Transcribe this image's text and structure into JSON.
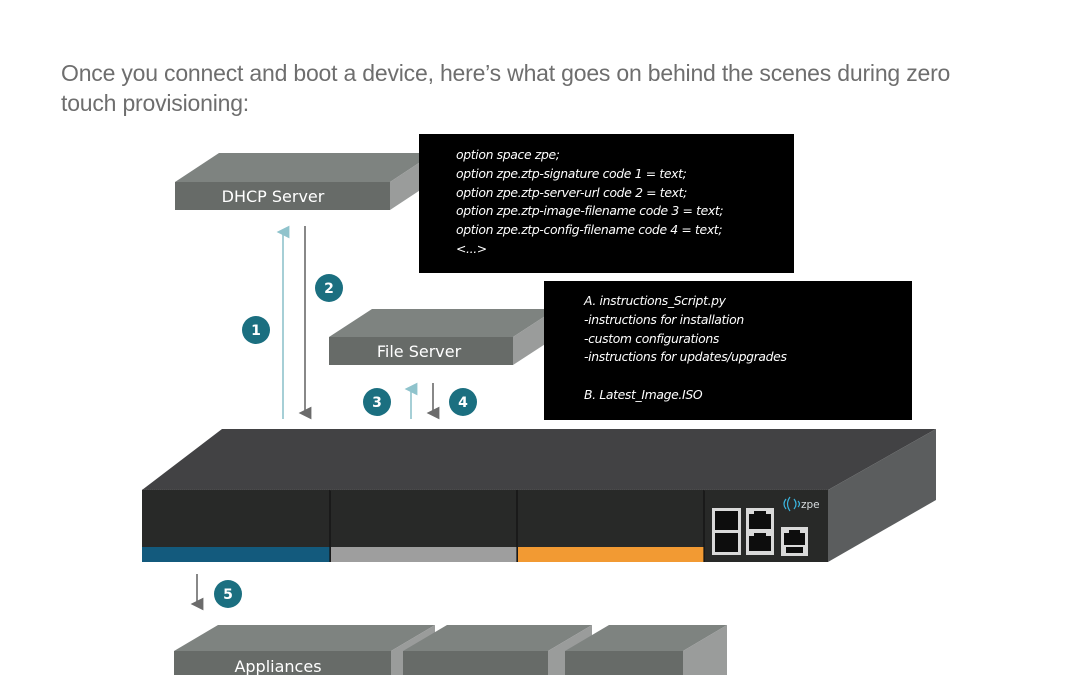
{
  "intro_text": "Once you connect and boot a device, here’s what goes on behind the scenes during zero touch provisioning:",
  "colors": {
    "box_front": "#676b68",
    "box_top": "#7e8380",
    "box_side": "#9a9c9b",
    "step_badge": "#1b6f80",
    "arrow_up": "#8fc3cc",
    "arrow_down": "#6b6b6b",
    "device_top": "#424244",
    "device_front": "#282928",
    "device_side": "#5b5d5e",
    "slot_blue": "#135a7d",
    "slot_gray": "#9e9e9e",
    "slot_orange": "#f29a33",
    "code_bg": "#000000"
  },
  "nodes": {
    "dhcp_server": {
      "label": "DHCP Server"
    },
    "file_server": {
      "label": "File Server"
    },
    "device": {
      "brand": "zpe",
      "ports_icon": "network-ports-icon"
    },
    "appliances": {
      "label": "Appliances"
    }
  },
  "dhcp_config": {
    "lines": [
      "option space zpe;",
      "option zpe.ztp-signature code 1 = text;",
      "option zpe.ztp-server-url code 2 = text;",
      "option zpe.ztp-image-filename code 3 = text;",
      "option zpe.ztp-config-filename code 4 = text;",
      "<...>"
    ]
  },
  "file_server_contents": {
    "lines": [
      "A. instructions_Script.py",
      "-instructions for installation",
      "-custom configurations",
      "-instructions for updates/upgrades",
      "",
      "B. Latest_Image.ISO"
    ]
  },
  "steps": [
    {
      "number": "1",
      "direction": "up",
      "from": "device",
      "to": "DHCP Server"
    },
    {
      "number": "2",
      "direction": "down",
      "from": "DHCP Server",
      "to": "device"
    },
    {
      "number": "3",
      "direction": "up",
      "from": "device",
      "to": "File Server"
    },
    {
      "number": "4",
      "direction": "down",
      "from": "File Server",
      "to": "device"
    },
    {
      "number": "5",
      "direction": "down",
      "from": "device",
      "to": "Appliances"
    }
  ]
}
